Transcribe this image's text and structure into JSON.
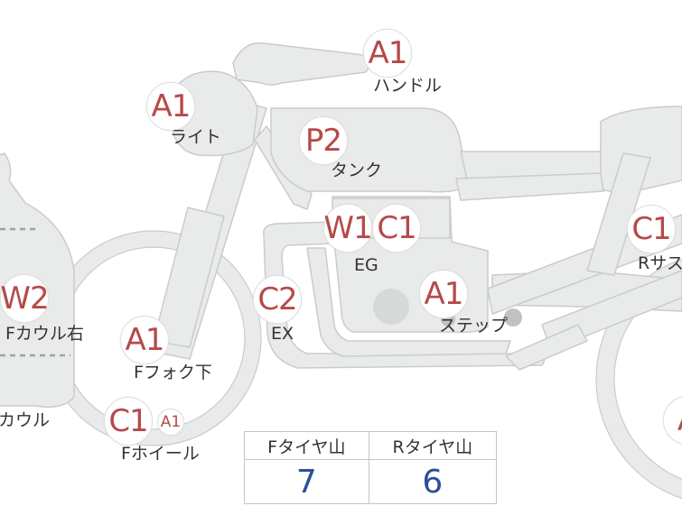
{
  "tags": {
    "handle": "A1",
    "light": "A1",
    "tank": "P2",
    "eg_w": "W1",
    "eg_c": "C1",
    "ex": "C2",
    "step": "A1",
    "rsus": "C1",
    "fcowl_right": "W2",
    "ffork": "A1",
    "fwheel_c": "C1",
    "fwheel_a": "A1",
    "rear_edge": "A"
  },
  "labels": {
    "handle": "ハンドル",
    "light": "ライト",
    "tank": "タンク",
    "eg": "EG",
    "ex": "EX",
    "step": "ステップ",
    "rsus": "Rサス",
    "fcowl_right": "Fカウル右",
    "ffork": "Fフォク下",
    "cowl": "カウル",
    "fwheel": "Fホイール"
  },
  "table": {
    "front_header": "Fタイヤ山",
    "rear_header": "Rタイヤ山",
    "front_value": "7",
    "rear_value": "6"
  },
  "colors": {
    "part_fill": "#e9ebea",
    "part_stroke": "#c9cccb",
    "tag_text": "#b54a4a",
    "value_text": "#2c4f9a"
  }
}
